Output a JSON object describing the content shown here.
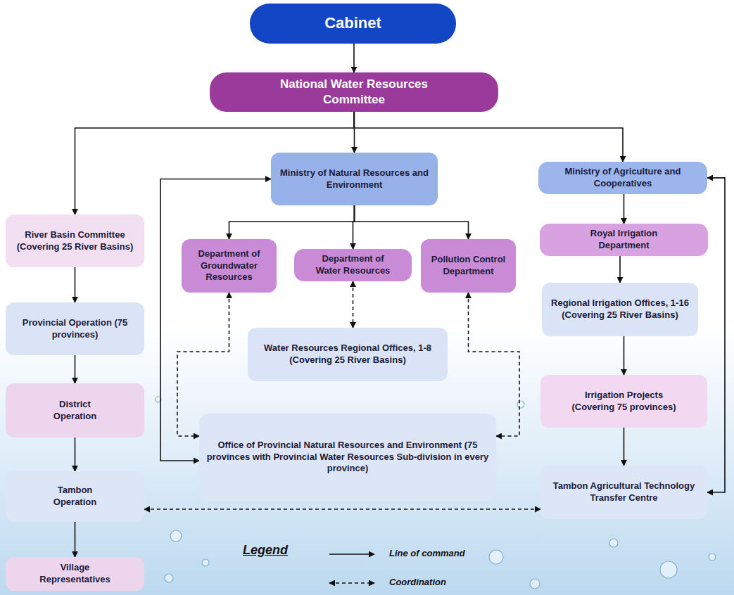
{
  "diagram": {
    "nodes": [
      {
        "text": [
          "Cabinet"
        ]
      },
      {
        "text": [
          "National Water Resources Committee"
        ]
      },
      {
        "text": [
          "River Basin Committee (Covering 25 River Basins)"
        ]
      },
      {
        "text": [
          "Ministry of Natural Resources and Environment"
        ]
      },
      {
        "text": [
          "Ministry of Agriculture and Cooperatives"
        ]
      },
      {
        "text": [
          "Department of Groundwater Resources"
        ]
      },
      {
        "text": [
          "Department of Water Resources"
        ]
      },
      {
        "text": [
          "Pollution Control Department"
        ]
      },
      {
        "text": [
          "Royal Irrigation Department"
        ]
      },
      {
        "text": [
          "Provincial Operation (75 provinces)"
        ]
      },
      {
        "text": [
          "Water Resources Regional Offices, 1-8 (Covering 25 River Basins)"
        ]
      },
      {
        "text": [
          "Regional Irrigation Offices, 1-16 (Covering 25 River Basins)"
        ]
      },
      {
        "text": [
          "District Operation"
        ]
      },
      {
        "text": [
          "Irrigation Projects (Covering 75 provinces)"
        ]
      },
      {
        "text": [
          "Office of Provincial Natural Resources and Environment (75 provinces with Provincial Water Resources Sub-division in every province)"
        ]
      },
      {
        "text": [
          "Tambon Operation"
        ]
      },
      {
        "text": [
          "Tambon Agricultural Technology Transfer Centre"
        ]
      },
      {
        "text": [
          "Village Representatives"
        ]
      }
    ],
    "edges": [
      {
        "from": 0,
        "to": 1,
        "arrow": "to"
      },
      {
        "from": 1,
        "to": 2,
        "arrow": "to"
      },
      {
        "from": 1,
        "to": 3,
        "arrow": "to"
      },
      {
        "from": 1,
        "to": 4,
        "arrow": "to"
      },
      {
        "from": 2,
        "to": 9,
        "arrow": "to"
      },
      {
        "from": 9,
        "to": 12,
        "arrow": "to"
      },
      {
        "from": 12,
        "to": 15,
        "arrow": "to"
      },
      {
        "from": 15,
        "to": 17,
        "arrow": "to"
      },
      {
        "from": 3,
        "to": 5,
        "arrow": "to"
      },
      {
        "from": 3,
        "to": 6,
        "arrow": "to"
      },
      {
        "from": 3,
        "to": 7,
        "arrow": "to"
      },
      {
        "from": 6,
        "to": 10,
        "arrow": "both"
      },
      {
        "from": 5,
        "to": 14,
        "arrow": "both"
      },
      {
        "from": 7,
        "to": 14,
        "arrow": "both"
      },
      {
        "from": 3,
        "to": 14,
        "arrow": "both"
      },
      {
        "from": 4,
        "to": 8,
        "arrow": "to"
      },
      {
        "from": 8,
        "to": 11,
        "arrow": "to"
      },
      {
        "from": 11,
        "to": 13,
        "arrow": "to"
      },
      {
        "from": 13,
        "to": 16,
        "arrow": "to"
      },
      {
        "from": 4,
        "to": 16,
        "arrow": "both"
      },
      {
        "from": 15,
        "to": 16,
        "arrow": "both"
      }
    ],
    "labels": [
      "Legend"
    ],
    "legend": [
      {
        "text": "Line of command"
      },
      {
        "text": "Coordination"
      }
    ]
  }
}
